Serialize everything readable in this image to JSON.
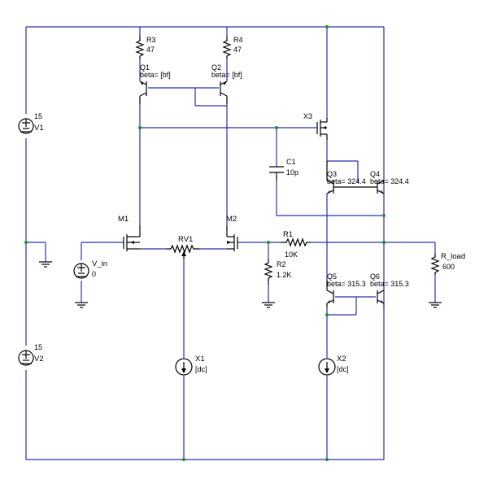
{
  "components": {
    "R3": {
      "name": "R3",
      "value": "47"
    },
    "R4": {
      "name": "R4",
      "value": "47"
    },
    "Q1": {
      "name": "Q1",
      "param": "beta= [bf]"
    },
    "Q2": {
      "name": "Q2",
      "param": "beta= [bf]"
    },
    "X3": {
      "name": "X3"
    },
    "C1": {
      "name": "C1",
      "value": "10p"
    },
    "Q3": {
      "name": "Q3",
      "param": "beta= 324.4"
    },
    "Q4": {
      "name": "Q4",
      "param": "beta= 324.4"
    },
    "V1": {
      "name": "V1",
      "value": "15"
    },
    "V2": {
      "name": "V2",
      "value": "15"
    },
    "M1": {
      "name": "M1"
    },
    "M2": {
      "name": "M2"
    },
    "RV1": {
      "name": "RV1"
    },
    "R1": {
      "name": "R1",
      "value": "10K"
    },
    "R2": {
      "name": "R2",
      "value": "1.2K"
    },
    "V_in": {
      "name": "V_in",
      "value": "0"
    },
    "R_load": {
      "name": "R_load",
      "value": "600"
    },
    "Q5": {
      "name": "Q5",
      "param": "beta= 315.3"
    },
    "Q6": {
      "name": "Q6",
      "param": "beta= 315.3"
    },
    "X1": {
      "name": "X1",
      "value": "[dc]"
    },
    "X2": {
      "name": "X2",
      "value": "[dc]"
    }
  },
  "colors": {
    "wire": "#2a2fb3",
    "component": "#000000",
    "node": "#2a8a2a",
    "background": "#ffffff"
  }
}
